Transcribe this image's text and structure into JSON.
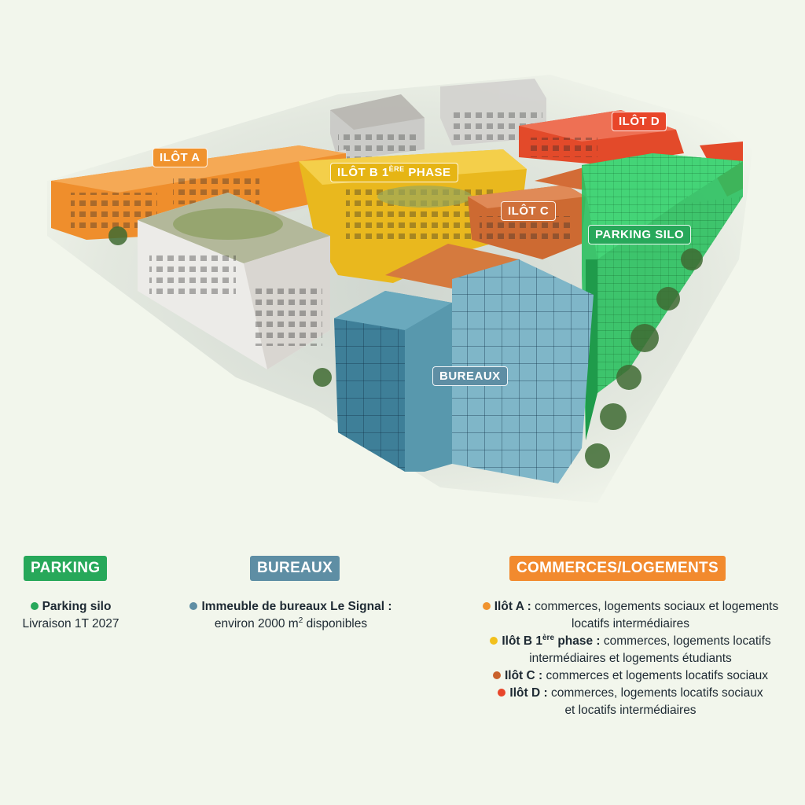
{
  "colors": {
    "background": "#f2f6ec",
    "parking": "#27a85a",
    "bureaux": "#5e8ea4",
    "commerces": "#f28a2e",
    "ilot_a": "#f0932e",
    "ilot_b": "#f2c01c",
    "ilot_c": "#c9612b",
    "ilot_d": "#e8462a"
  },
  "map_labels": {
    "ilot_a": "ILÔT A",
    "ilot_b": "ILÔT B 1",
    "ilot_b_sup": "ÈRE",
    "ilot_b_suffix": " PHASE",
    "ilot_c": "ILÔT C",
    "ilot_d": "ILÔT D",
    "parking_silo": "PARKING SILO",
    "bureaux": "BUREAUX"
  },
  "legend": {
    "parking": {
      "header": "PARKING",
      "item_bold": "Parking silo",
      "item_text": "Livraison 1T 2027"
    },
    "bureaux": {
      "header": "BUREAUX",
      "item_bold": "Immeuble de bureaux Le Signal :",
      "item_text_pre": "environ 2000 m",
      "item_text_sup": "2",
      "item_text_post": " disponibles"
    },
    "commerces": {
      "header": "COMMERCES/LOGEMENTS",
      "a_bold": "Ilôt A :",
      "a_line1": " commerces, logements sociaux et logements",
      "a_line2": "locatifs intermédiaires",
      "b_bold": "Ilôt B 1",
      "b_sup": "ère",
      "b_bold2": " phase :",
      "b_line1": " commerces, logements locatifs",
      "b_line2": "intermédiaires et logements étudiants",
      "c_bold": "Ilôt C :",
      "c_line1": " commerces et logements locatifs sociaux",
      "d_bold": "Ilôt D :",
      "d_line1": " commerces, logements locatifs sociaux",
      "d_line2": "et locatifs intermédiaires"
    }
  }
}
